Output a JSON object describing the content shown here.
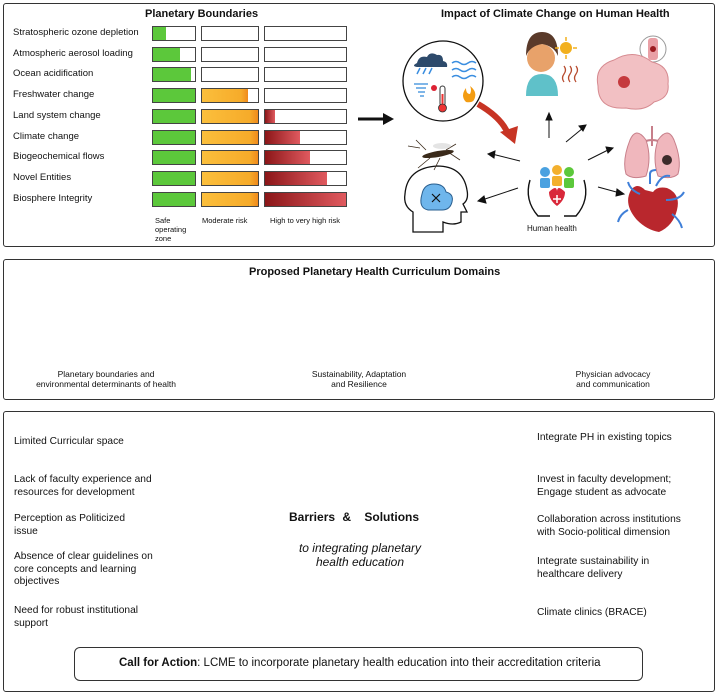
{
  "top_panel": {
    "left_title": "Planetary Boundaries",
    "right_title": "Impact of Climate Change on Human Health",
    "boundaries": [
      {
        "label": "Stratospheric ozone depletion",
        "level": 0.3,
        "stage": "safe"
      },
      {
        "label": "Atmospheric aerosol loading",
        "level": 0.65,
        "stage": "safe"
      },
      {
        "label": "Ocean acidification",
        "level": 0.9,
        "stage": "safe"
      },
      {
        "label": "Freshwater change",
        "level": 0.82,
        "stage": "moderate"
      },
      {
        "label": "Land system change",
        "level": 0.12,
        "stage": "high"
      },
      {
        "label": "Climate change",
        "level": 0.43,
        "stage": "high"
      },
      {
        "label": "Biogeochemical flows",
        "level": 0.55,
        "stage": "high"
      },
      {
        "label": "Novel Entities",
        "level": 0.77,
        "stage": "high"
      },
      {
        "label": "Biosphere Integrity",
        "level": 1.0,
        "stage": "high"
      }
    ],
    "zone_labels": {
      "safe": "Safe\noperating\nzone",
      "moderate": "Moderate risk",
      "high": "High to very high risk"
    },
    "human_health_label": "Human health",
    "colors": {
      "safe": "#5cc83b",
      "moderate": "#f6ab2a",
      "high_dark": "#8b1618",
      "high_light": "#e05a5f"
    }
  },
  "curriculum": {
    "title": "Proposed Planetary Health Curriculum Domains",
    "domains": [
      {
        "label": "Planetary boundaries and environmental determinants of health",
        "line1": "Planetary boundaries and",
        "line2": "environmental determinants of health"
      },
      {
        "label": "Sustainability, Adaptation and Resilience",
        "line1": "Sustainability, Adaptation",
        "line2": "and Resilience",
        "cycle_words": [
          "Sustainability",
          "Adaptation",
          "Resilience"
        ]
      },
      {
        "label": "Physician advocacy and communication",
        "line1": "Physician advocacy",
        "line2": "and communication"
      }
    ]
  },
  "barriers_solutions": {
    "barriers_word": "Barriers",
    "amp": "&",
    "solutions_word": "Solutions",
    "subtitle_line1": "to integrating planetary",
    "subtitle_line2": "health education",
    "barriers": [
      {
        "line1": "Limited Curricular space",
        "line2": ""
      },
      {
        "line1": "Lack of faculty experience and",
        "line2": "resources for  development"
      },
      {
        "line1": "Perception as Politicized",
        "line2": "issue"
      },
      {
        "line1": "Absence of clear guidelines on",
        "line2": "core concepts and learning",
        "line3": "objectives"
      },
      {
        "line1": "Need for robust institutional",
        "line2": "support"
      }
    ],
    "solutions": [
      {
        "line1": "Integrate PH in existing topics",
        "line2": ""
      },
      {
        "line1": "Invest in faculty development;",
        "line2": "Engage student as advocate"
      },
      {
        "line1": "Collaboration across institutions",
        "line2": "with Socio-political dimension"
      },
      {
        "line1": "Integrate sustainability in",
        "line2": "healthcare delivery"
      },
      {
        "line1": "Climate clinics (BRACE)",
        "line2": ""
      }
    ]
  },
  "call_to_action": {
    "bold": "Call for Action",
    "rest": ": LCME to incorporate planetary health education into their accreditation criteria"
  }
}
